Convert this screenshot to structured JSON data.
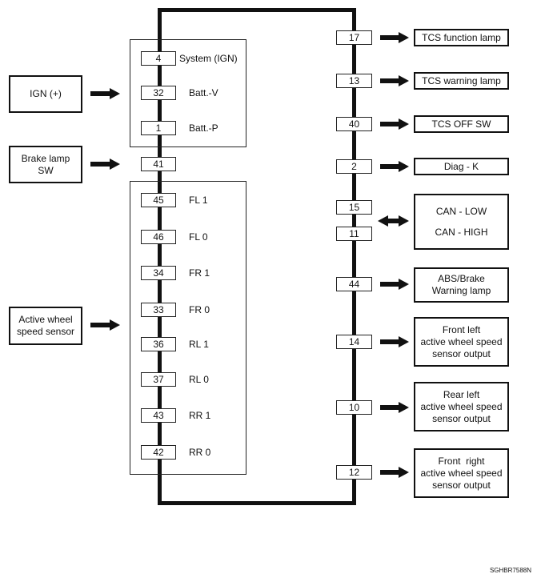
{
  "left_inputs": [
    {
      "lines": [
        "IGN (+)"
      ]
    },
    {
      "lines": [
        "Brake lamp",
        "SW"
      ]
    },
    {
      "lines": [
        "Active wheel",
        "speed sensor"
      ]
    }
  ],
  "left_pins": [
    {
      "pin": "4",
      "label": "System (IGN)"
    },
    {
      "pin": "32",
      "label": "Batt.-V"
    },
    {
      "pin": "1",
      "label": "Batt.-P"
    },
    {
      "pin": "41"
    },
    {
      "pin": "45",
      "label": "FL 1"
    },
    {
      "pin": "46",
      "label": "FL 0"
    },
    {
      "pin": "34",
      "label": "FR 1"
    },
    {
      "pin": "33",
      "label": "FR 0"
    },
    {
      "pin": "36",
      "label": "RL 1"
    },
    {
      "pin": "37",
      "label": "RL 0"
    },
    {
      "pin": "43",
      "label": "RR 1"
    },
    {
      "pin": "42",
      "label": "RR 0"
    }
  ],
  "right_outputs": [
    {
      "pin": "17",
      "lines": [
        "TCS function lamp"
      ]
    },
    {
      "pin": "13",
      "lines": [
        "TCS warning lamp"
      ]
    },
    {
      "pin": "40",
      "lines": [
        "TCS OFF SW"
      ]
    },
    {
      "pin": "2",
      "lines": [
        "Diag - K"
      ]
    },
    {
      "pin": "44",
      "lines": [
        "ABS/Brake",
        "Warning lamp"
      ]
    },
    {
      "pin": "14",
      "lines": [
        "Front left",
        "active wheel speed",
        "sensor output"
      ]
    },
    {
      "pin": "10",
      "lines": [
        "Rear left",
        "active wheel speed",
        "sensor output"
      ]
    },
    {
      "pin": "12",
      "lines": [
        "Front  right",
        "active wheel speed",
        "sensor output"
      ]
    }
  ],
  "can_bus": {
    "pins": [
      "15",
      "11"
    ],
    "lines": [
      "CAN - LOW",
      "CAN - HIGH"
    ]
  },
  "figure_code": "SGHBR7588N"
}
